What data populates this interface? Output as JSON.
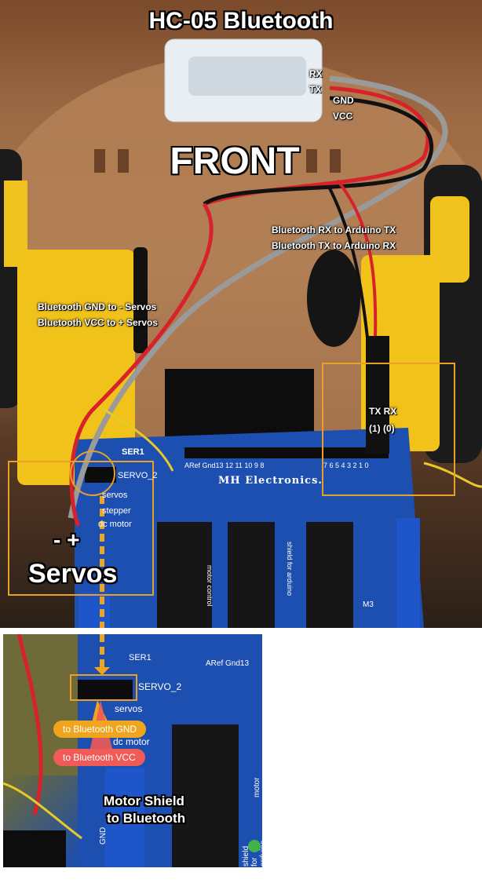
{
  "colors": {
    "annotation_box": "#e8a126",
    "gnd_pill": "#f0a51e",
    "vcc_pill": "#f05a57",
    "wire_red": "#d8222b",
    "wire_black": "#111111",
    "wire_gray": "#9a9a9a",
    "board_blue": "#1d4fb0"
  },
  "main_photo": {
    "title": "HC-05 Bluetooth",
    "front_label": "FRONT",
    "module_pins": [
      "RX",
      "TX",
      "GND",
      "VCC"
    ],
    "rx_tx_note": [
      "Bluetooth RX to Arduino TX",
      "Bluetooth TX to Arduino RX"
    ],
    "gnd_vcc_note": [
      "Bluetooth GND to - Servos",
      "Bluetooth VCC to + Servos"
    ],
    "tx_rx_header": [
      "TX RX",
      "(1) (0)"
    ],
    "servo_signs": "-  +",
    "servo_label": "Servos",
    "board_label": "MH Electronics.",
    "board_text": {
      "ser1": "SER1",
      "servo2": "SERVO_2",
      "header_row": "ARef Gnd13 12 11 10 9 8",
      "header_row2": "7 6 5 4 3 2 1 0",
      "servos_text": "servos",
      "stepper_text": "stepper",
      "motor_text": "dc motor",
      "motor_control": "motor control",
      "shield_text": "shield for arduino",
      "m3": "M3"
    }
  },
  "inset_photo": {
    "board_text": {
      "ser1": "SER1",
      "servo2": "SERVO_2",
      "aref": "ARef Gnd13",
      "servos_text": "servos",
      "motor_text": "dc motor",
      "motor_control": "motor contro",
      "shield_text": "shield for arduino",
      "gnd": "GND"
    },
    "gnd_pill": "to Bluetooth GND",
    "vcc_pill": "to Bluetooth VCC",
    "caption": [
      "Motor Shield",
      "to Bluetooth"
    ]
  }
}
